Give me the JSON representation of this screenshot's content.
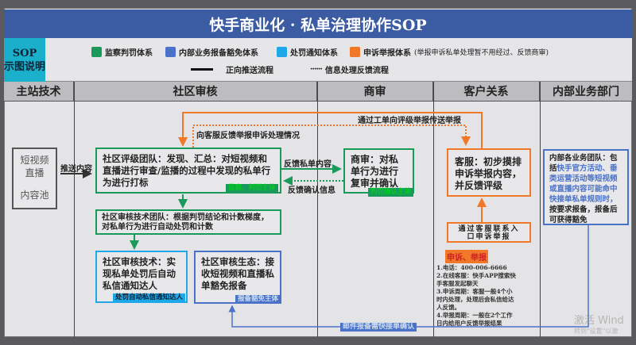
{
  "title": "快手商业化 · 私单治理协作SOP",
  "legend": {
    "sop_label": [
      "SOP",
      "示图说明"
    ],
    "items": [
      {
        "label": "监察判罚体系",
        "color": "#1a9a5a"
      },
      {
        "label": "内部业务报备豁免体系",
        "color": "#4a72c8"
      },
      {
        "label": "处罚通知体系",
        "color": "#1ea8ea"
      },
      {
        "label": "申诉举报体系",
        "color": "#f07828"
      }
    ],
    "note": "(举报申诉私单处理暂不用经过、反馈商审)",
    "solid_line": "正向推送流程",
    "dotted_line": "信息处理反馈流程"
  },
  "columns": [
    "主站技术",
    "社区审核",
    "商审",
    "客户关系",
    "内部业务部门"
  ],
  "nodes": {
    "content_pool": {
      "line1": "短视频",
      "line2": "直播",
      "line3": "内容池"
    },
    "push_label": "推送内容",
    "rating_team": {
      "text": "社区评级团队：发现、汇总：对短视频和直播进行审查/监播的过程中发现的私单行为进行打标",
      "tag": "监察、判罚主体"
    },
    "tech_team": {
      "text": "社区审核技术团队：根据判罚结论和计数梯度，对私单行为进行自动处罚和计数"
    },
    "audit_tech": {
      "text": "社区审核技术：实现私单处罚后自动私信通知达人",
      "tag": "处罚自动私信通知达人"
    },
    "audit_eco": {
      "text": "社区审核生态：接收短视频和直播私单豁免报备",
      "tag": "报备豁免主体"
    },
    "biz_review": {
      "text": "商审：对私单行为进行复审并确认",
      "tag": "判罚确认主体"
    },
    "cs": {
      "text": "客服：初步摸排申诉举报内容，并反馈评级"
    },
    "cs_entry": {
      "text": "通过客服联系入口申诉举报"
    },
    "appeal_tag": "申诉、举报",
    "appeal_info": [
      "1.电话：400-006-6666",
      "2.在线客服：快手APP搜索快手客服发起聊天",
      "3.申诉周期：客服一般4个小时内处理，处理后会私信给达人反馈。",
      "4.举报周期：一般在2个工作日内给用户反馈举报结果"
    ],
    "internal": {
      "pre": "内部各业务团队：包括",
      "highlight": "快手官方活动、垂类运营活动等短视频或直播内容可能命中快接单私单规则时，",
      "post": "按要求报备，报备后可获得豁免"
    }
  },
  "edges": {
    "feedback_private": "反馈私单内容",
    "feedback_confirm": "反馈确认信息",
    "ticket": "通过工单向评级举报传送举报",
    "cs_feedback": "向客服反馈举报申诉处理情况",
    "email": "邮件报备需快接单确认"
  },
  "watermark": [
    "激活 Wind",
    "转到\"设置\"以激"
  ]
}
